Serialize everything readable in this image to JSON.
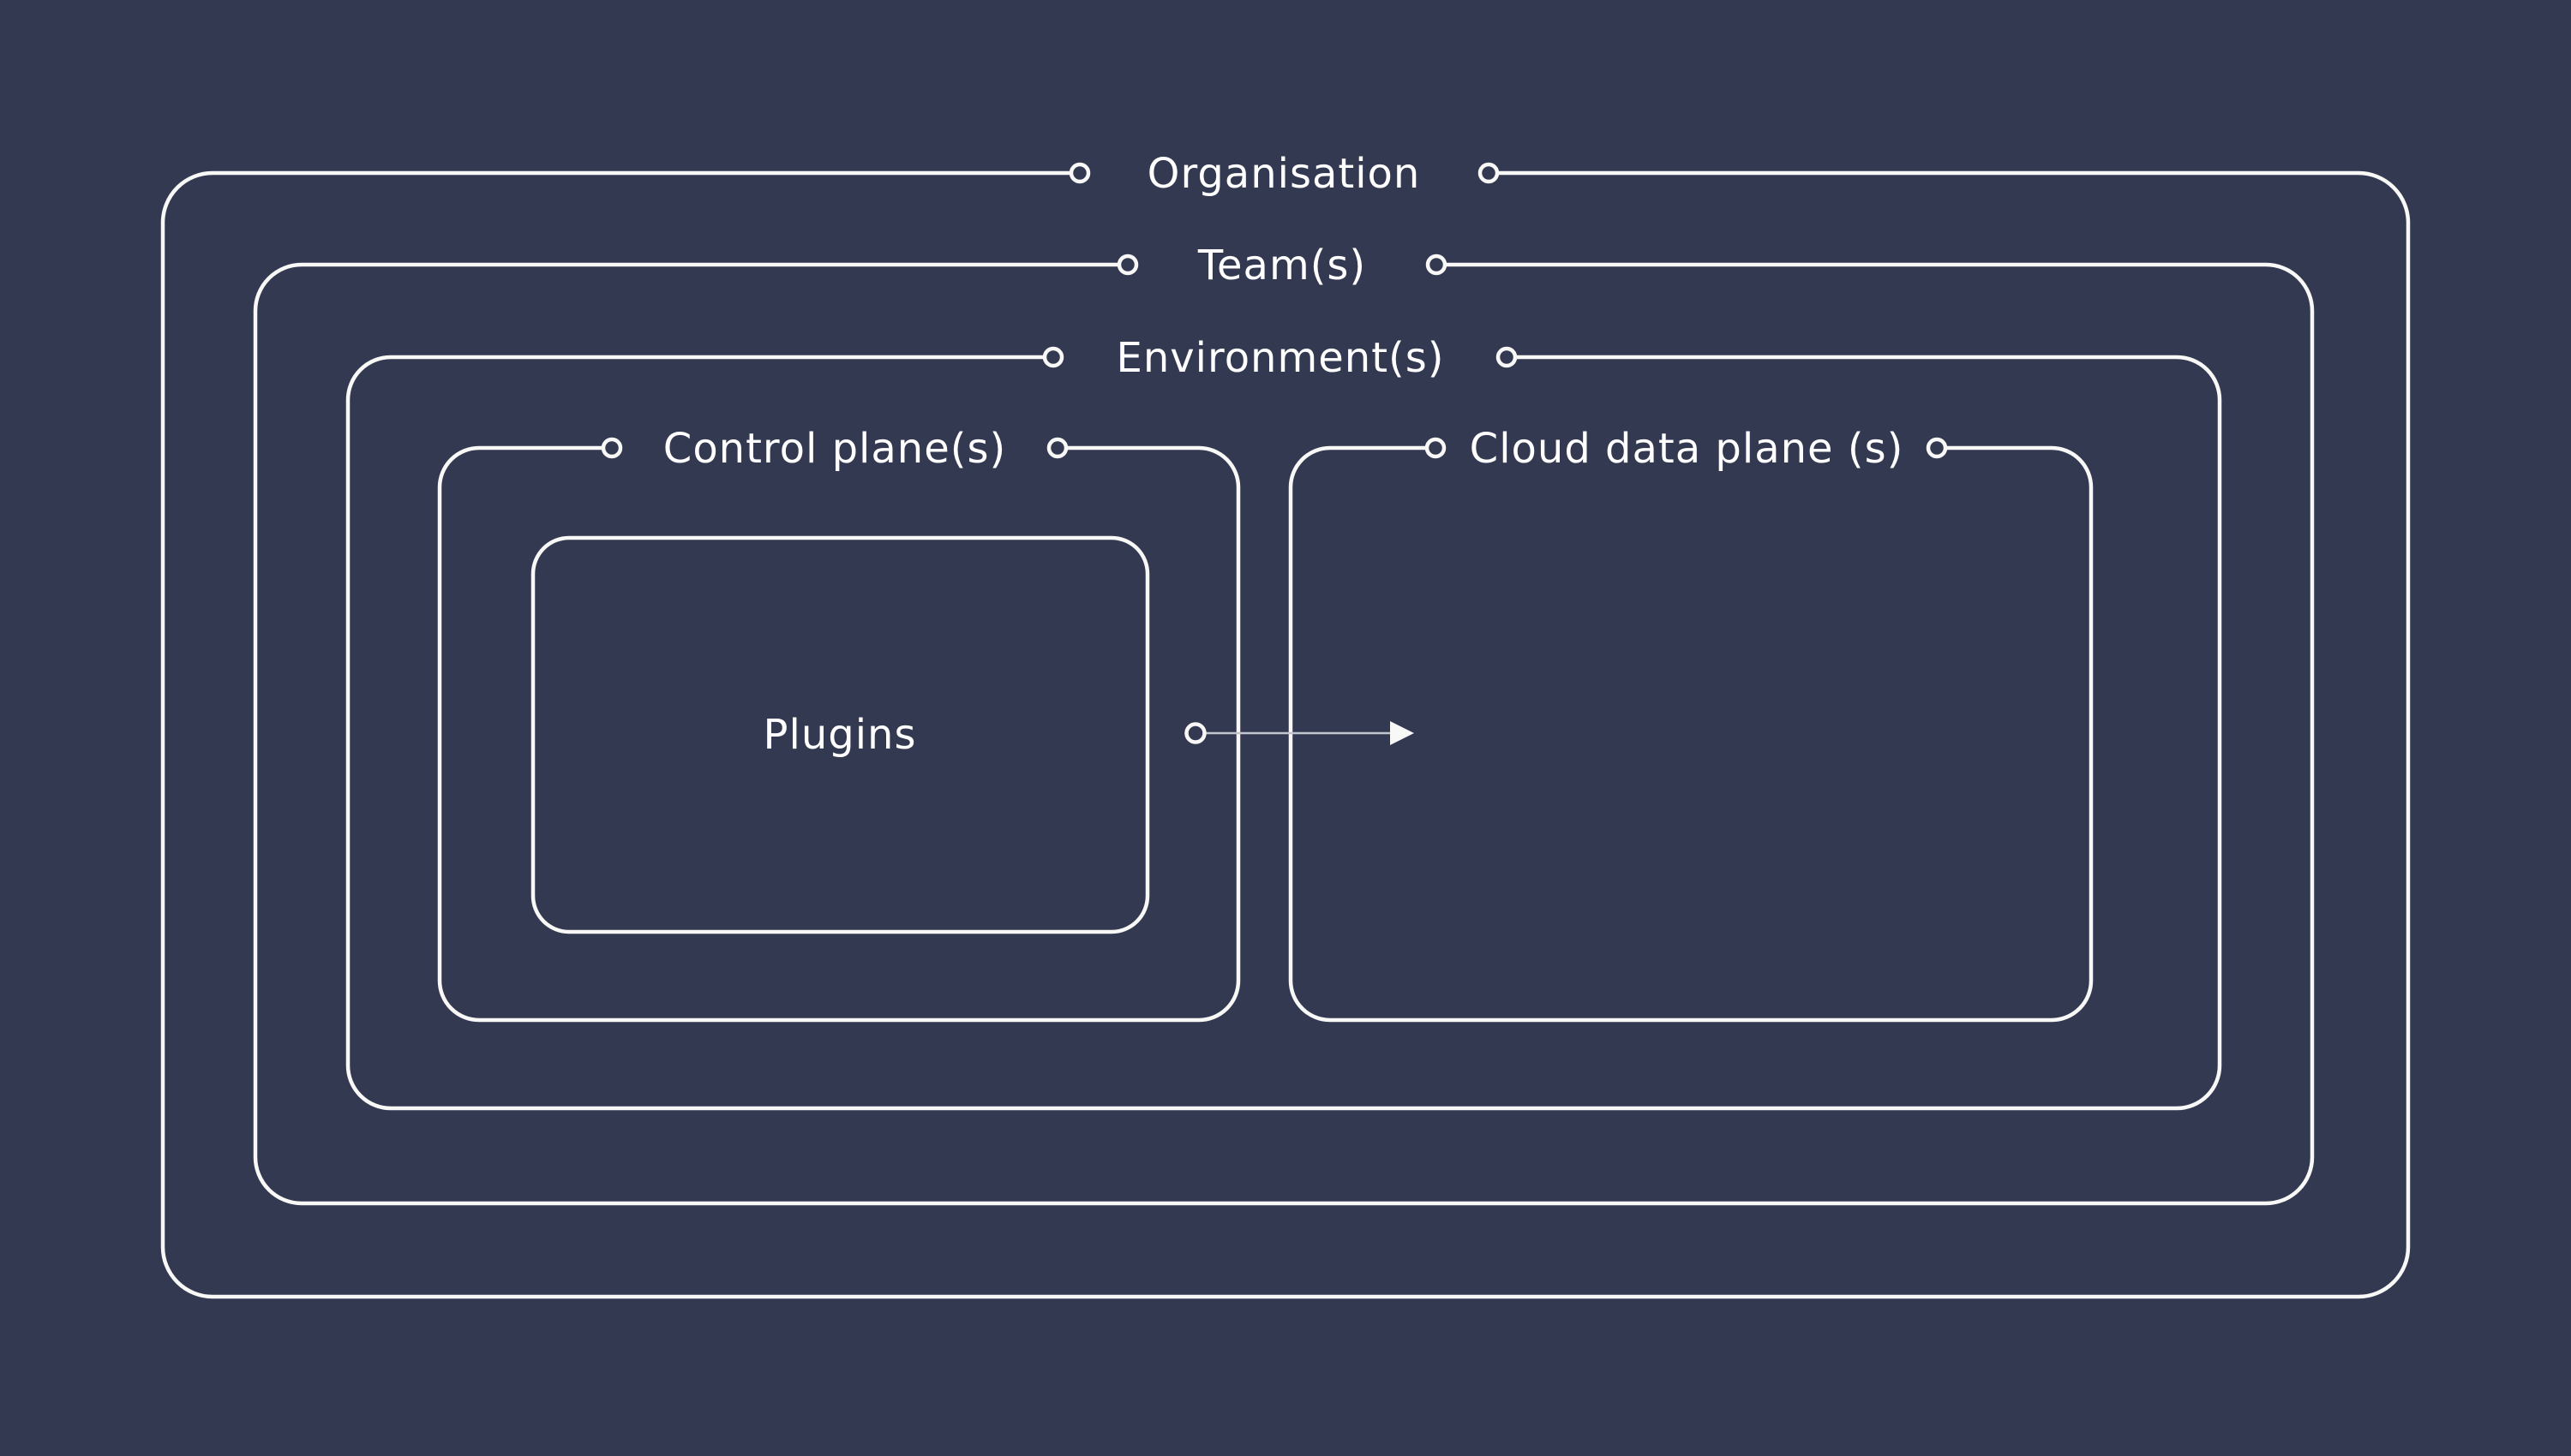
{
  "colors": {
    "background": "#343952",
    "line": "#f8f8f6",
    "text": "#ffffff",
    "arrow": "#c3c5cf"
  },
  "diagram": {
    "organisation": {
      "label": "Organisation",
      "teams": {
        "label": "Team(s)",
        "environments": {
          "label": "Environment(s)",
          "control_plane": {
            "label": "Control plane(s)",
            "plugins": {
              "label": "Plugins"
            }
          },
          "cloud_data_plane": {
            "label": "Cloud data plane (s)"
          }
        }
      }
    },
    "arrow": {
      "from": "Plugins",
      "to": "Cloud data plane (s)"
    }
  }
}
